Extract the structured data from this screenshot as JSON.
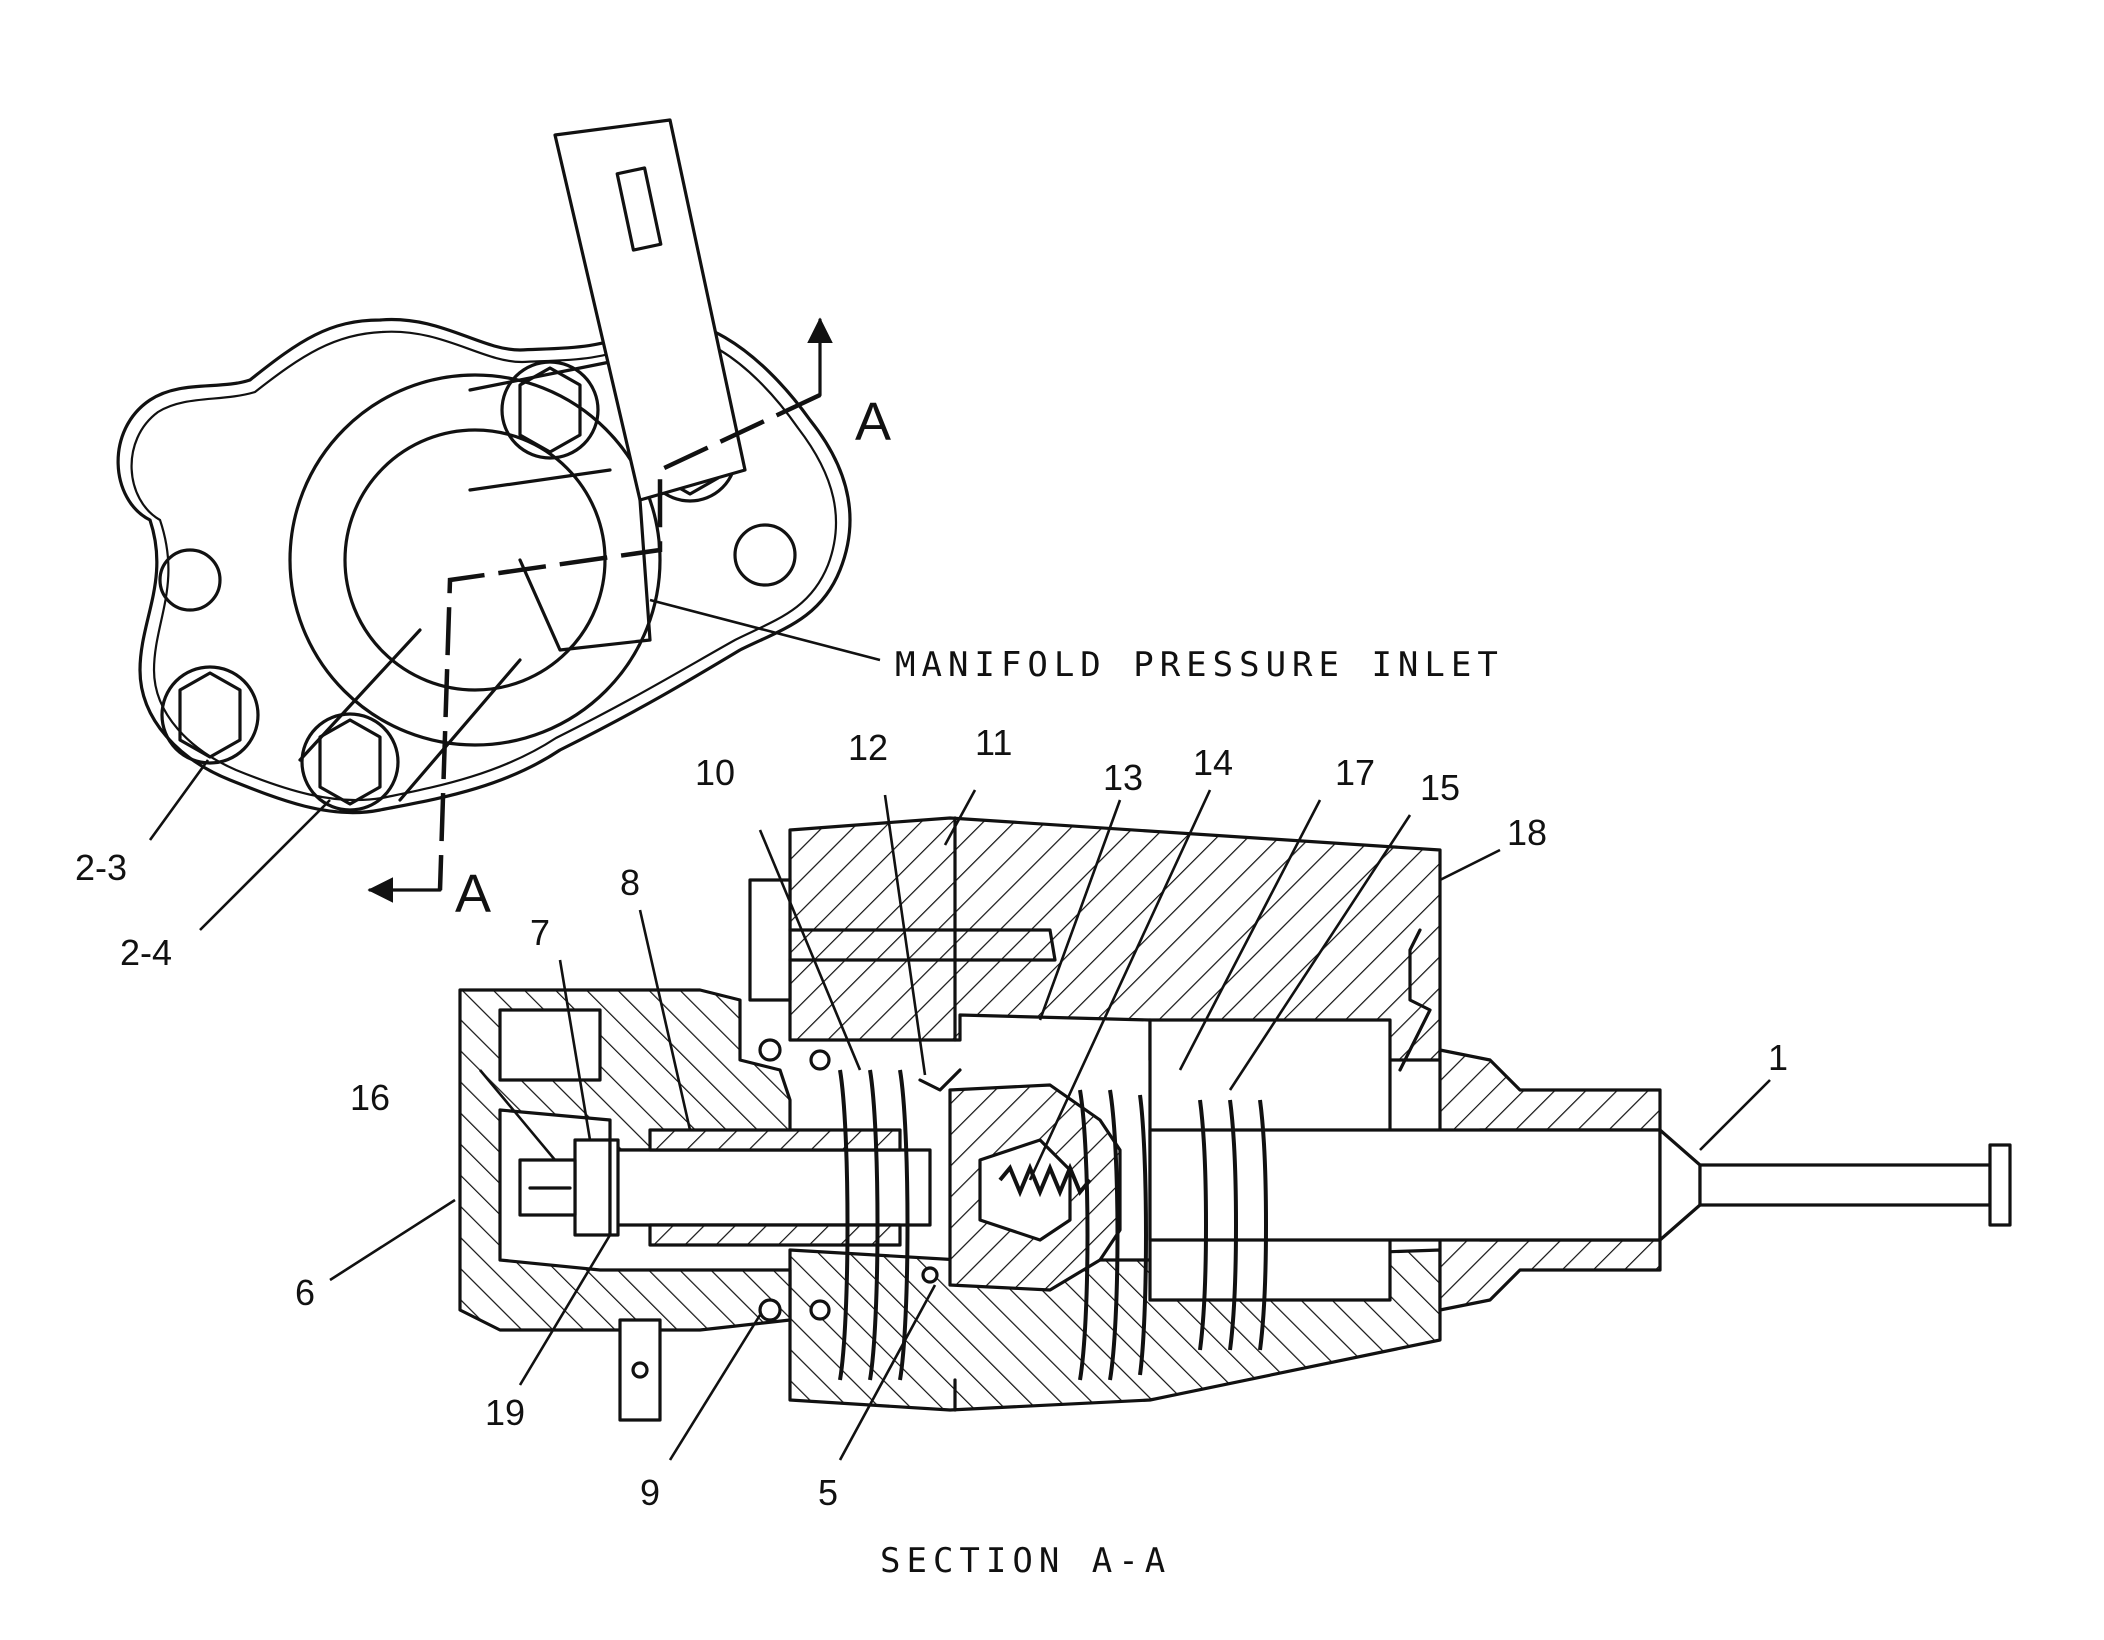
{
  "labels": {
    "manifold_inlet": "MANIFOLD PRESSURE INLET",
    "section_title": "SECTION A-A",
    "section_letter_top": "A",
    "section_letter_bottom": "A"
  },
  "callouts": {
    "c1": "1",
    "c2_3": "2-3",
    "c2_4": "2-4",
    "c5": "5",
    "c6": "6",
    "c7": "7",
    "c8": "8",
    "c9": "9",
    "c10": "10",
    "c11": "11",
    "c12": "12",
    "c13": "13",
    "c14": "14",
    "c15": "15",
    "c16": "16",
    "c17": "17",
    "c18": "18",
    "c19": "19"
  }
}
